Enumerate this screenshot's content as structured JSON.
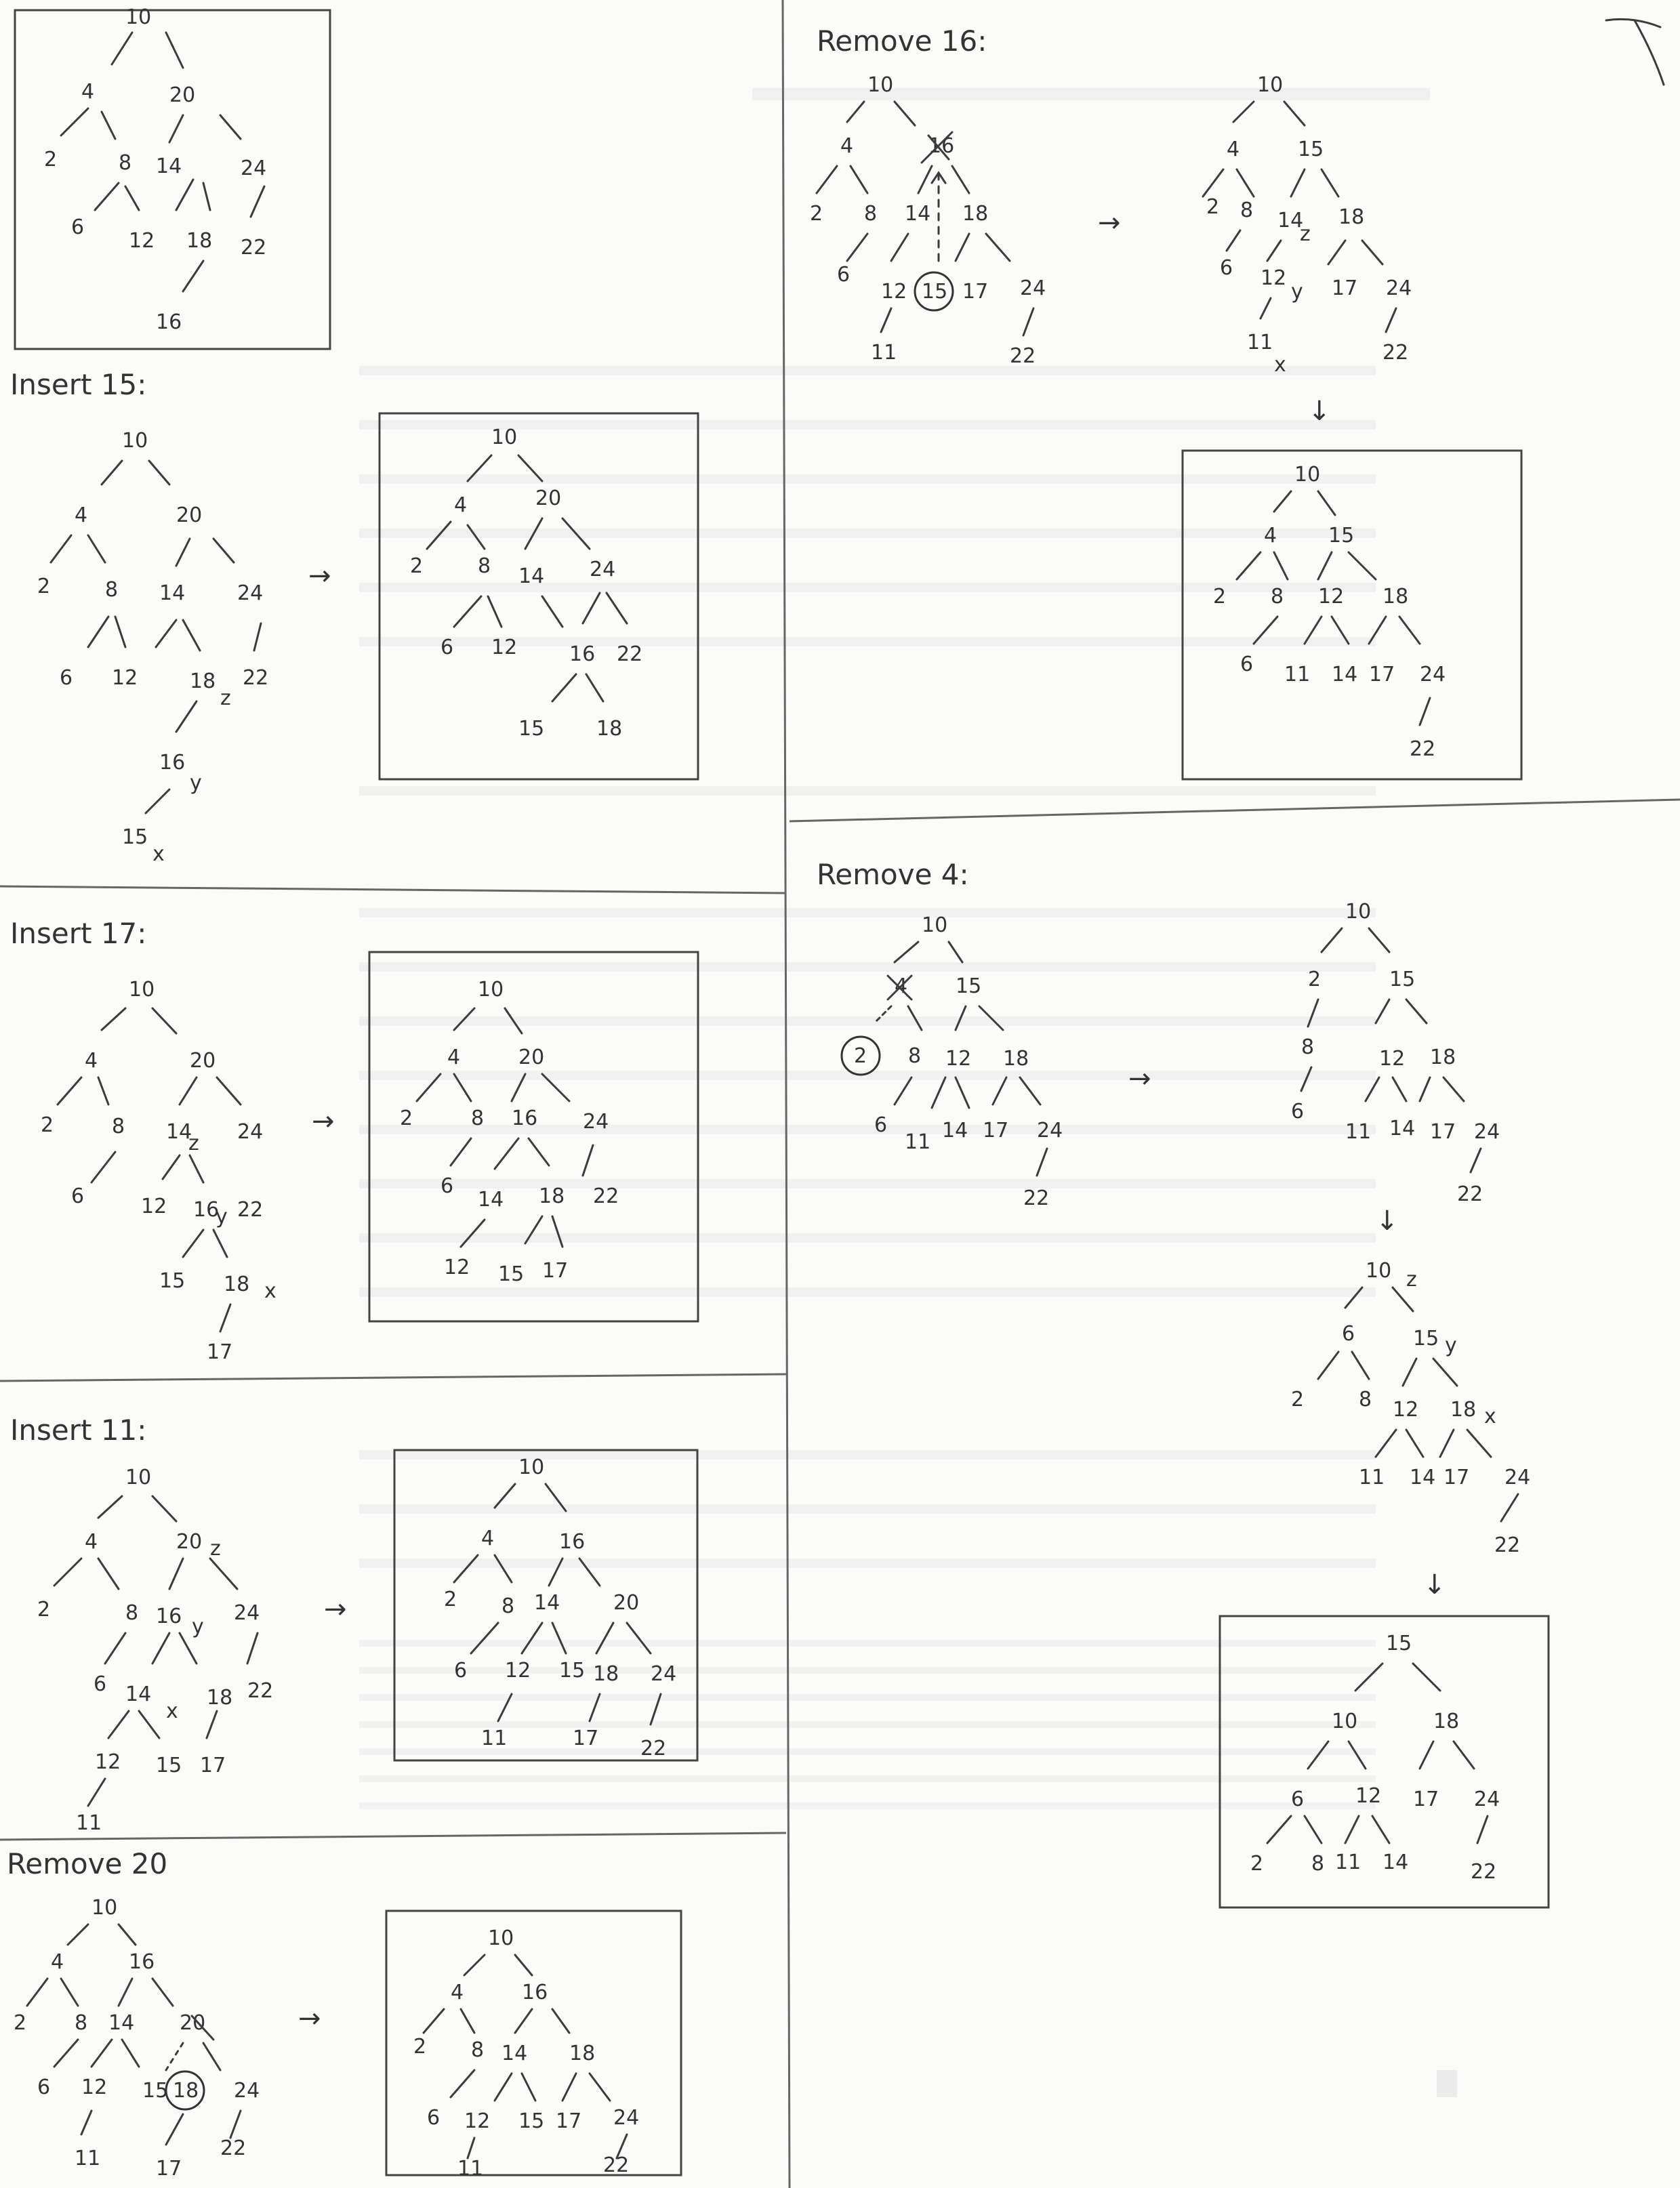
{
  "headings": {
    "insert15": "Insert 15:",
    "insert17": "Insert 17:",
    "insert11": "Insert 11:",
    "remove20": "Remove 20",
    "remove16": "Remove 16:",
    "remove4": "Remove 4:"
  },
  "arrow": "→",
  "down_arrow": "↓",
  "corner_mark": "T",
  "labels": {
    "x": "x",
    "y": "y",
    "z": "z"
  },
  "trees": [
    {
      "id": "initial",
      "nodes": {
        "a": "4",
        "b": "20",
        "c": "2",
        "d": "8",
        "e": "14",
        "f": "24",
        "g": "6",
        "h": "12",
        "i": "18",
        "j": "22",
        "k": "16"
      },
      "root": "10"
    },
    {
      "id": "insert15-before",
      "nodes": {
        "a": "4",
        "b": "20",
        "c": "2",
        "d": "8",
        "e": "14",
        "f": "24",
        "g": "6",
        "h": "12",
        "i": "18",
        "j": "22",
        "k": "16",
        "l": "15"
      },
      "root": "10"
    },
    {
      "id": "insert15-after",
      "nodes": {
        "a": "4",
        "b": "20",
        "c": "2",
        "d": "8",
        "e": "14",
        "f": "24",
        "g": "6",
        "h": "12",
        "i": "16",
        "j": "22",
        "k": "15",
        "l": "18"
      },
      "root": "10"
    },
    {
      "id": "insert17-before",
      "nodes": {
        "a": "4",
        "b": "20",
        "c": "2",
        "d": "8",
        "e": "14",
        "f": "24",
        "g": "6",
        "h": "12",
        "i": "16",
        "j": "22",
        "k": "15",
        "l": "18",
        "m": "17"
      },
      "root": "10"
    },
    {
      "id": "insert17-after",
      "nodes": {
        "a": "4",
        "b": "20",
        "c": "2",
        "d": "8",
        "e": "16",
        "f": "24",
        "g": "6",
        "h": "14",
        "i": "18",
        "j": "22",
        "k": "12",
        "l": "15",
        "m": "17"
      },
      "root": "10"
    },
    {
      "id": "insert11-before",
      "nodes": {
        "a": "4",
        "b": "20",
        "c": "2",
        "d": "8",
        "e": "16",
        "f": "24",
        "g": "6",
        "h": "14",
        "i": "18",
        "j": "22",
        "k": "12",
        "l": "15",
        "m": "17",
        "n": "11"
      },
      "root": "10"
    },
    {
      "id": "insert11-after",
      "nodes": {
        "a": "4",
        "b": "16",
        "c": "2",
        "d": "8",
        "e": "14",
        "f": "20",
        "g": "6",
        "h": "12",
        "i": "15",
        "j": "18",
        "k": "24",
        "l": "11",
        "m": "17",
        "n": "22"
      },
      "root": "10"
    },
    {
      "id": "remove20-before",
      "nodes": {
        "a": "4",
        "b": "16",
        "c": "2",
        "d": "8",
        "e": "14",
        "f": "20",
        "g": "6",
        "h": "12",
        "i": "15",
        "j": "18",
        "k": "24",
        "l": "11",
        "m": "17",
        "n": "22"
      },
      "root": "10"
    },
    {
      "id": "remove20-after",
      "nodes": {
        "a": "4",
        "b": "16",
        "c": "2",
        "d": "8",
        "e": "14",
        "f": "18",
        "g": "6",
        "h": "12",
        "i": "15",
        "j": "17",
        "k": "24",
        "l": "11",
        "m": "22"
      },
      "root": "10"
    },
    {
      "id": "remove16-before",
      "nodes": {
        "a": "4",
        "b": "16",
        "c": "2",
        "d": "8",
        "e": "14",
        "f": "18",
        "g": "6",
        "h": "12",
        "i": "15",
        "j": "17",
        "k": "24",
        "l": "11",
        "m": "22"
      },
      "root": "10"
    },
    {
      "id": "remove16-mid",
      "nodes": {
        "a": "4",
        "b": "15",
        "c": "2",
        "d": "8",
        "e": "14",
        "f": "18",
        "g": "6",
        "h": "12",
        "i": "17",
        "j": "24",
        "k": "11",
        "l": "22"
      },
      "root": "10"
    },
    {
      "id": "remove16-after",
      "nodes": {
        "a": "4",
        "b": "15",
        "c": "2",
        "d": "8",
        "e": "12",
        "f": "18",
        "g": "6",
        "h": "11",
        "i": "14",
        "j": "17",
        "k": "24",
        "l": "22"
      },
      "root": "10"
    },
    {
      "id": "remove4-before",
      "nodes": {
        "a": "4",
        "b": "15",
        "c": "2",
        "d": "8",
        "e": "12",
        "f": "18",
        "g": "6",
        "h": "11",
        "i": "14",
        "j": "17",
        "k": "24",
        "l": "22"
      },
      "root": "10"
    },
    {
      "id": "remove4-step1",
      "nodes": {
        "a": "2",
        "b": "15",
        "c": "8",
        "d": "12",
        "e": "18",
        "f": "6",
        "g": "11",
        "h": "14",
        "i": "17",
        "j": "24",
        "k": "22"
      },
      "root": "10"
    },
    {
      "id": "remove4-step2",
      "nodes": {
        "a": "6",
        "b": "15",
        "c": "2",
        "d": "8",
        "e": "12",
        "f": "18",
        "g": "11",
        "h": "14",
        "i": "17",
        "j": "24",
        "k": "22"
      },
      "root": "10"
    },
    {
      "id": "remove4-final",
      "nodes": {
        "a": "10",
        "b": "18",
        "c": "6",
        "d": "12",
        "e": "17",
        "f": "24",
        "g": "2",
        "h": "8",
        "i": "11",
        "j": "14",
        "k": "22"
      },
      "root": "15"
    }
  ]
}
